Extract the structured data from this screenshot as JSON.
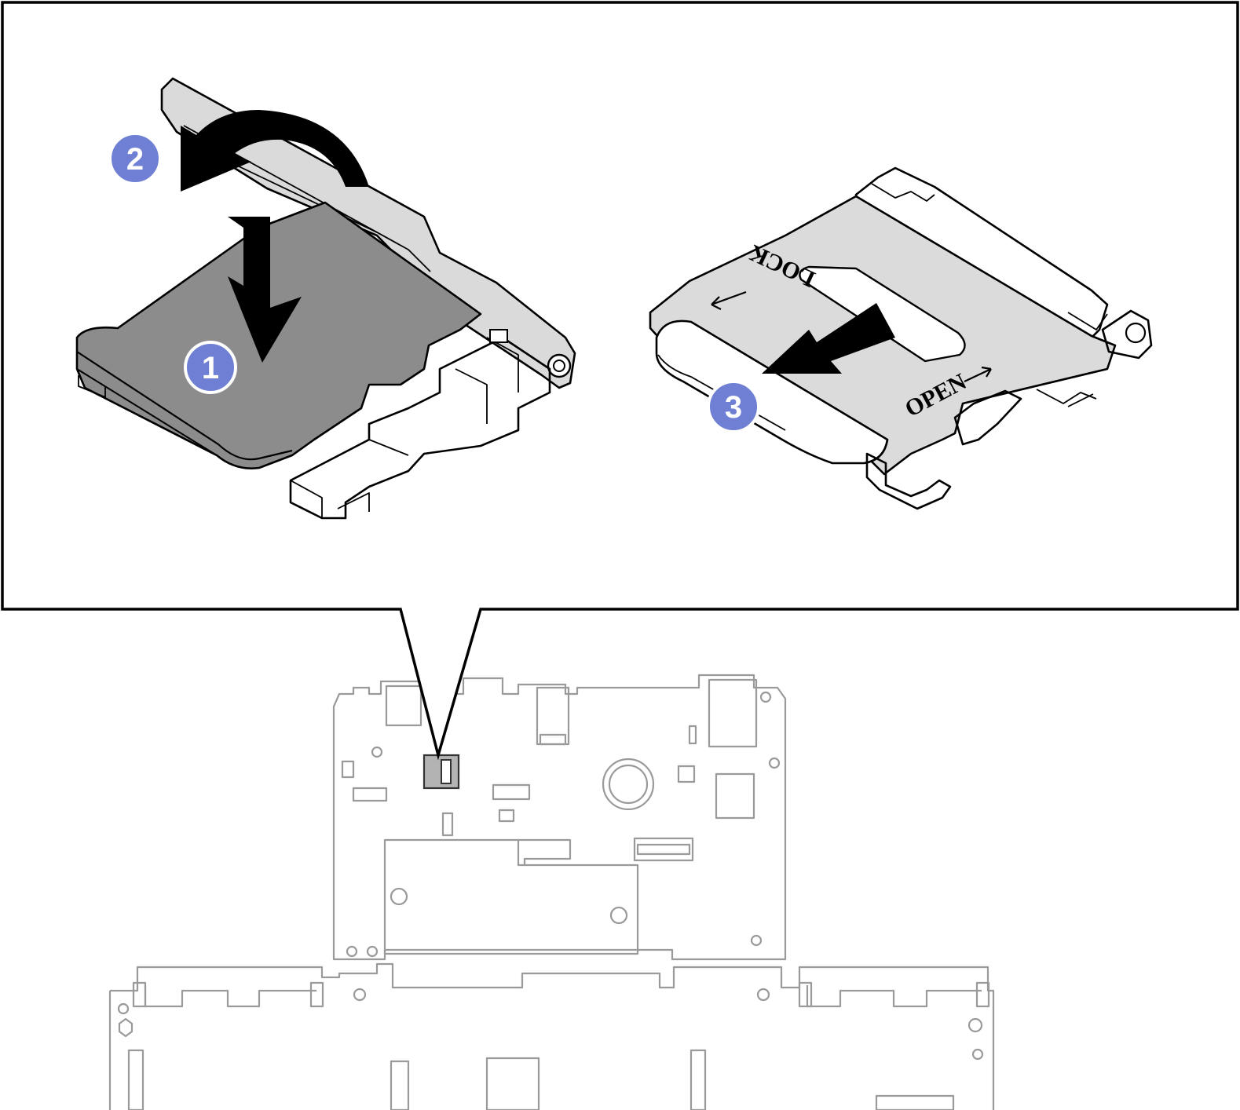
{
  "figure": {
    "description_kind": "installation-diagram",
    "steps": [
      {
        "number": "1",
        "color": "#6f7fd4"
      },
      {
        "number": "2",
        "color": "#6f7fd4"
      },
      {
        "number": "3",
        "color": "#6f7fd4"
      }
    ],
    "socket_labels": {
      "lock": "LOCK",
      "open": "OPEN"
    },
    "colors": {
      "card": "#8c8c8c",
      "latch": "#d9dad9",
      "board": "#9a9a9a",
      "callout_fill": "#6f7fd4"
    }
  }
}
